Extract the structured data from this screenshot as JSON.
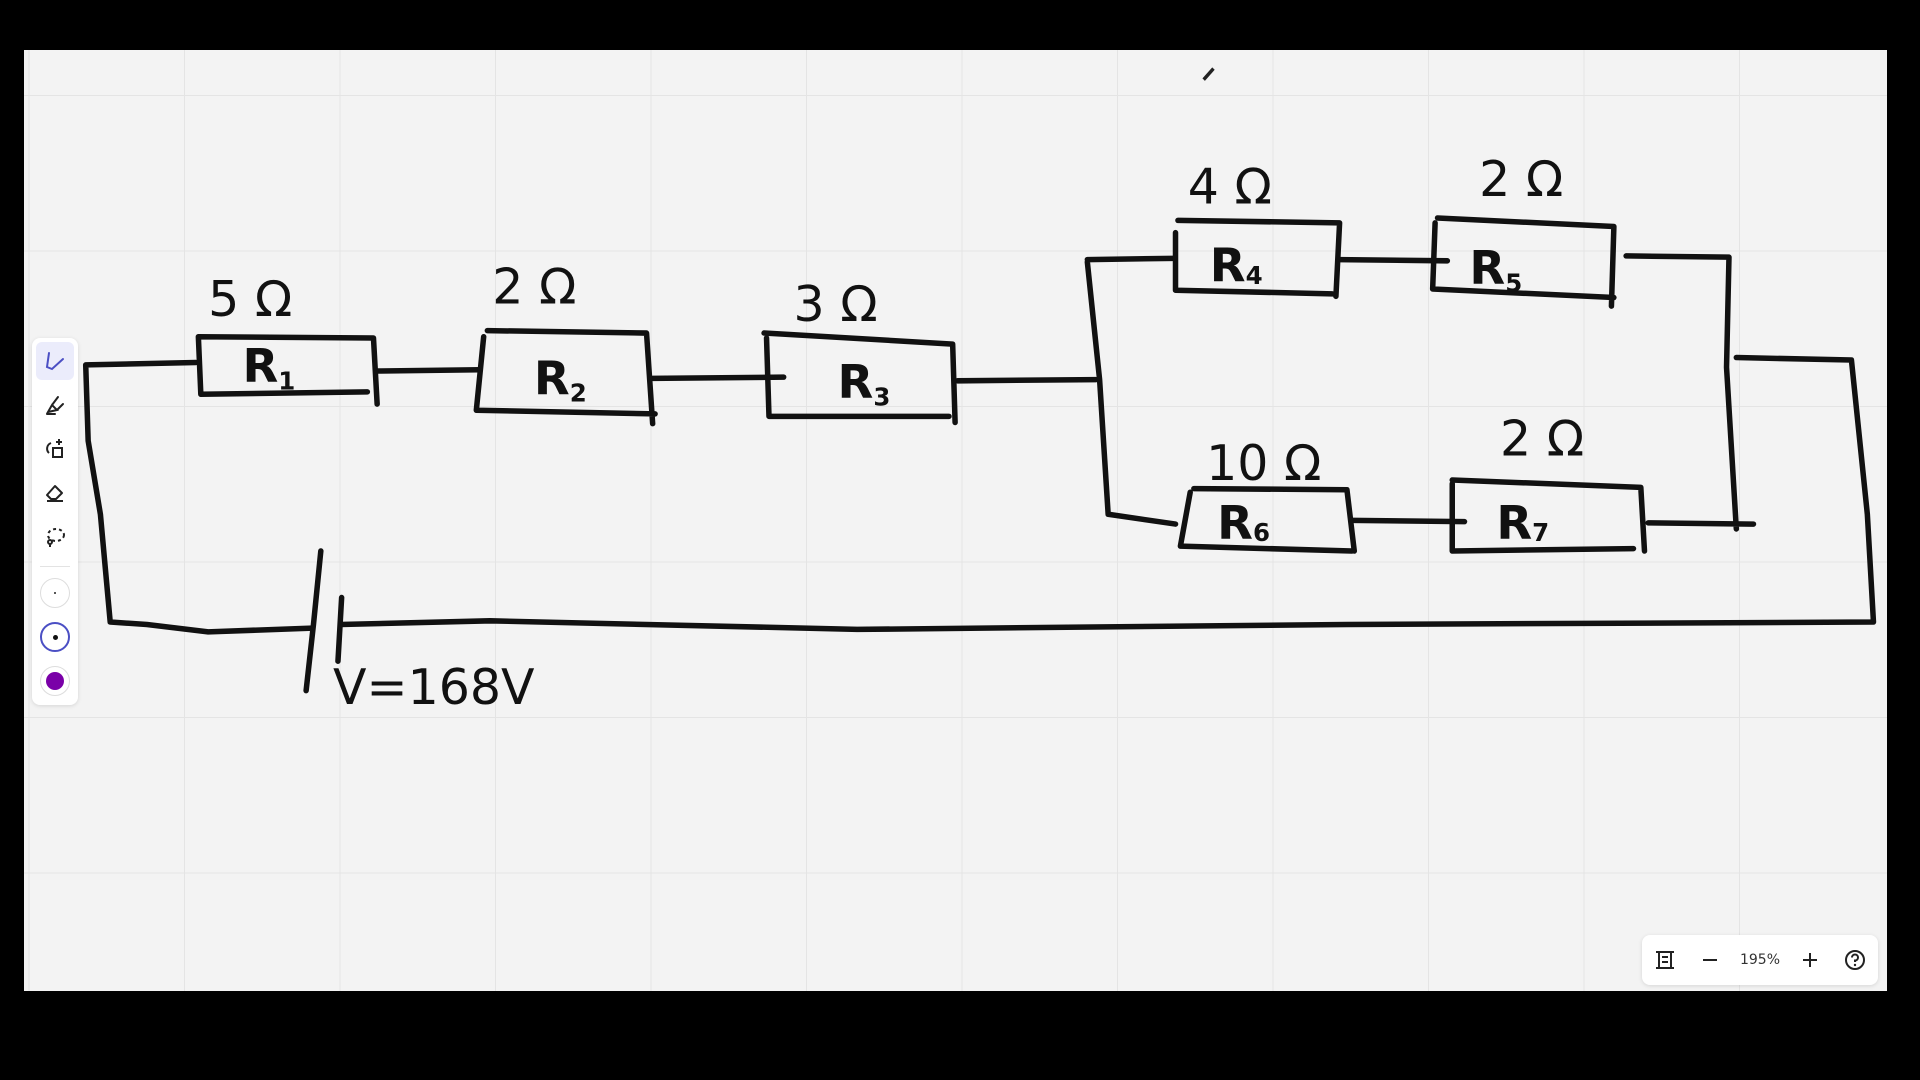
{
  "circuit": {
    "resistors": [
      {
        "name": "R",
        "sub": "1",
        "value": "5 Ω"
      },
      {
        "name": "R",
        "sub": "2",
        "value": "2 Ω"
      },
      {
        "name": "R",
        "sub": "3",
        "value": "3 Ω"
      },
      {
        "name": "R",
        "sub": "4",
        "value": "4 Ω"
      },
      {
        "name": "R",
        "sub": "5",
        "value": "2 Ω"
      },
      {
        "name": "R",
        "sub": "6",
        "value": "10 Ω"
      },
      {
        "name": "R",
        "sub": "7",
        "value": "2 Ω"
      }
    ],
    "battery_label": "V=168V"
  },
  "toolbar": {
    "tools": [
      "pen-icon",
      "highlighter-icon",
      "shapes-icon",
      "eraser-icon",
      "lasso-icon"
    ],
    "active_tool": "pen",
    "colors": {
      "accent": "#4b4fc4",
      "purple": "#7a00a8"
    }
  },
  "zoombar": {
    "zoom_level": "195%"
  }
}
